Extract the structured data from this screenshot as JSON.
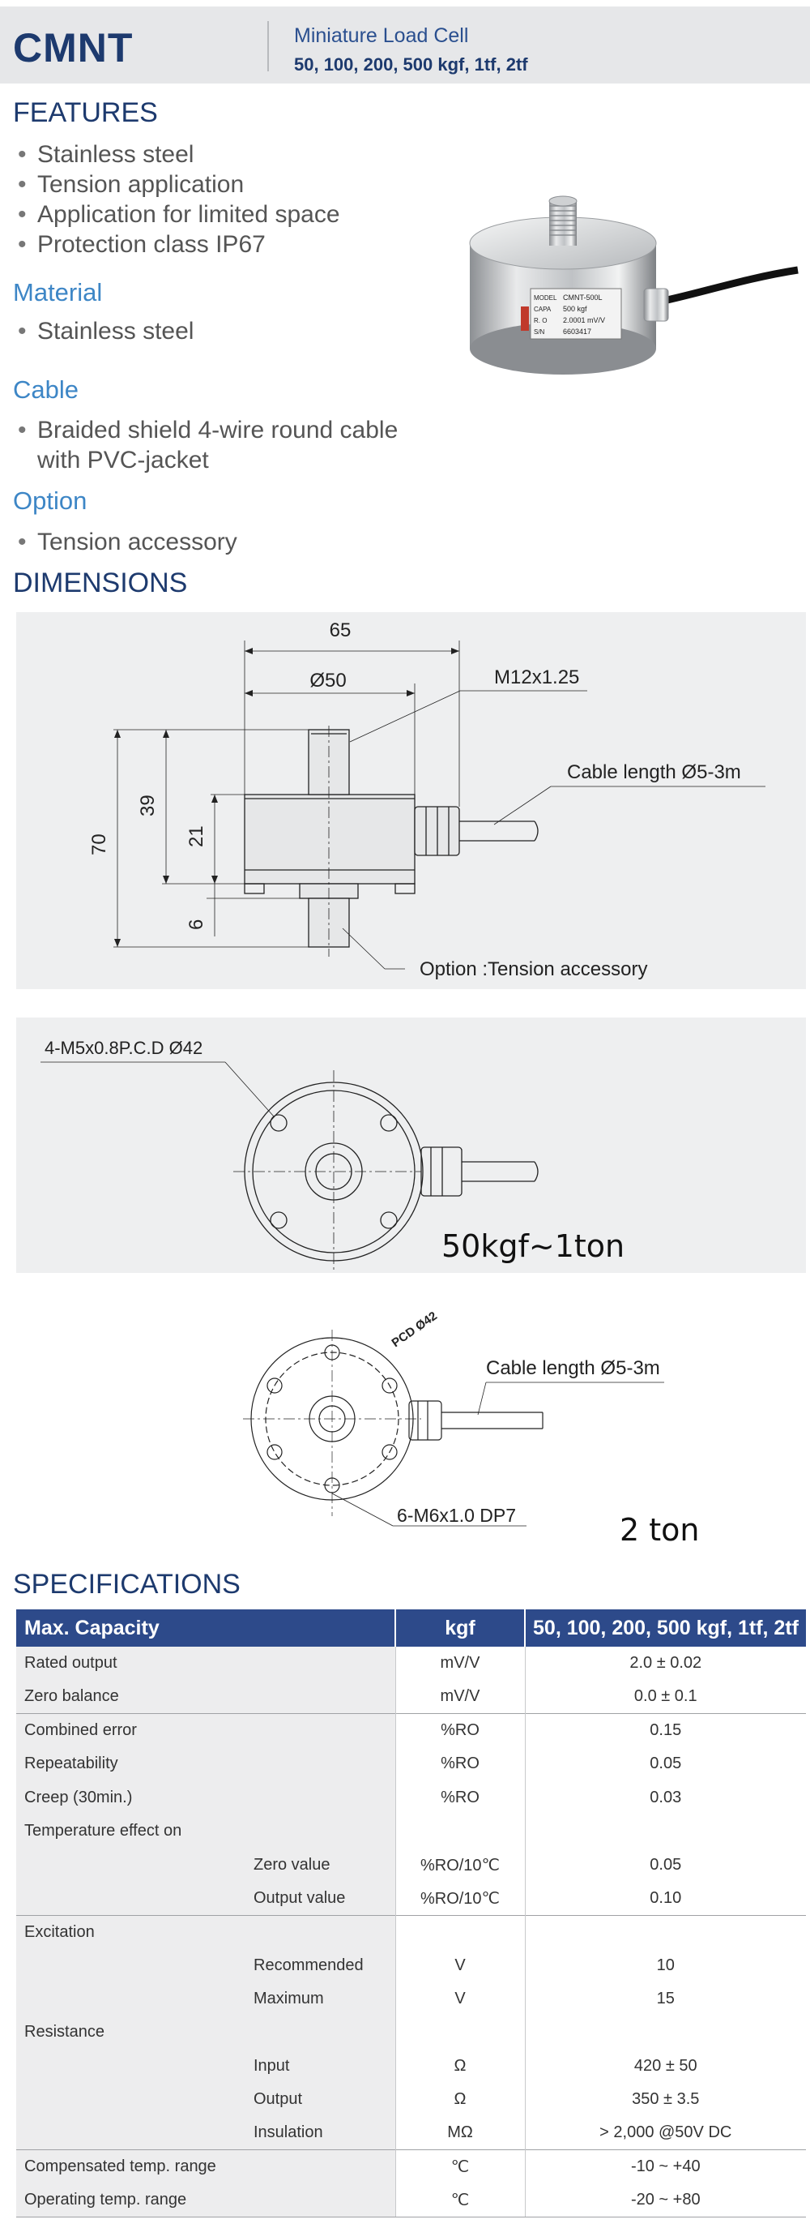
{
  "header": {
    "model": "CMNT",
    "subtitle": "Miniature Load Cell",
    "capacities": "50, 100, 200, 500 kgf, 1tf, 2tf"
  },
  "features": {
    "title": "FEATURES",
    "items": [
      "Stainless steel",
      "Tension application",
      "Application for limited space",
      "Protection class IP67"
    ]
  },
  "material": {
    "title": "Material",
    "items": [
      "Stainless steel"
    ]
  },
  "cable": {
    "title": "Cable",
    "line1": "Braided shield 4-wire round cable",
    "line2": "with PVC-jacket"
  },
  "option": {
    "title": "Option",
    "items": [
      "Tension accessory"
    ]
  },
  "photo_label": {
    "model_key": "MODEL",
    "model_val": "CMNT-500L",
    "capa_key": "CAPA",
    "capa_val": "500 kgf",
    "ro_key": "R. O",
    "ro_val": "2.0001 mV/V",
    "sn_key": "S/N",
    "sn_val": "6603417"
  },
  "dimensions": {
    "title": "DIMENSIONS",
    "dim_65": "65",
    "dim_50": "Ø50",
    "thread": "M12x1.25",
    "cable_length": "Cable length Ø5-3m",
    "dim_39": "39",
    "dim_21": "21",
    "dim_70": "70",
    "dim_6": "6",
    "option_note": "Option :Tension accessory",
    "bolt_pattern": "4-M5x0.8P.C.D Ø42",
    "range_note": "50kgf~1ton",
    "pcd_label": "PCD Ø42",
    "cable_length2": "Cable length Ø5-3m",
    "bolt_pattern2": "6-M6x1.0 DP7",
    "range_note2": "2 ton"
  },
  "specifications": {
    "title": "SPECIFICATIONS",
    "head": {
      "c1": "Max. Capacity",
      "c2": "kgf",
      "c3": "50, 100, 200, 500 kgf, 1tf, 2tf"
    },
    "rows": [
      {
        "a": "Rated output",
        "b": "",
        "u": "mV/V",
        "v": "2.0 ± 0.02"
      },
      {
        "a": "Zero balance",
        "b": "",
        "u": "mV/V",
        "v": "0.0 ± 0.1"
      },
      {
        "a": "Combined error",
        "b": "",
        "u": "%RO",
        "v": "0.15"
      },
      {
        "a": "Repeatability",
        "b": "",
        "u": "%RO",
        "v": "0.05"
      },
      {
        "a": "Creep (30min.)",
        "b": "",
        "u": "%RO",
        "v": "0.03"
      },
      {
        "a": "Temperature effect on",
        "b": "",
        "u": "",
        "v": ""
      },
      {
        "a": "",
        "b": "Zero value",
        "u": "%RO/10℃",
        "v": "0.05"
      },
      {
        "a": "",
        "b": "Output  value",
        "u": "%RO/10℃",
        "v": "0.10"
      },
      {
        "a": "Excitation",
        "b": "",
        "u": "",
        "v": ""
      },
      {
        "a": "",
        "b": "Recommended",
        "u": "V",
        "v": "10"
      },
      {
        "a": "",
        "b": "Maximum",
        "u": "V",
        "v": "15"
      },
      {
        "a": "Resistance",
        "b": "",
        "u": "",
        "v": ""
      },
      {
        "a": "",
        "b": "Input",
        "u": "Ω",
        "v": "420 ± 50"
      },
      {
        "a": "",
        "b": "Output",
        "u": "Ω",
        "v": "350 ± 3.5"
      },
      {
        "a": "",
        "b": "Insulation",
        "u": "MΩ",
        "v": "> 2,000 @50V DC"
      },
      {
        "a": "Compensated temp. range",
        "b": "",
        "u": "℃",
        "v": "-10 ~ +40"
      },
      {
        "a": "Operating temp. range",
        "b": "",
        "u": "℃",
        "v": "-20 ~ +80"
      }
    ]
  }
}
